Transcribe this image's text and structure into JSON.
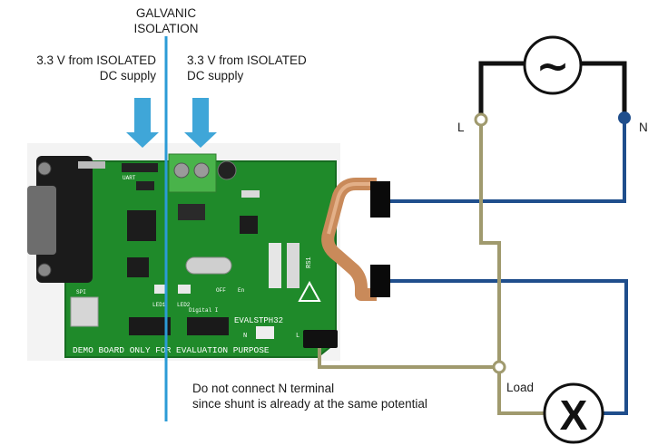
{
  "labels": {
    "galvanic_line1": "GALVANIC",
    "galvanic_line2": "ISOLATION",
    "left_supply_line1": "3.3 V from ISOLATED",
    "left_supply_line2": "DC supply",
    "right_supply_line1": "3.3 V from ISOLATED",
    "right_supply_line2": "DC supply",
    "terminal_L": "L",
    "terminal_N": "N",
    "load": "Load",
    "note_line1": "Do not connect N terminal",
    "note_line2": "since shunt is already at the same potential"
  },
  "board": {
    "name": "EVALSTPH32",
    "demo_text": "DEMO BOARD ONLY FOR EVALUATION PURPOSE",
    "labels": [
      "UART",
      "SPI",
      "LED1",
      "LED2",
      "RS1",
      "N",
      "L",
      "Digital I",
      "OFF",
      "En"
    ]
  },
  "symbols": {
    "ac_source": "~",
    "load_lamp": "X"
  },
  "colors": {
    "blue_wire": "#1f4e8c",
    "olive_wire": "#a09a6e",
    "black_wire": "#111111",
    "arrow_blue": "#3fa6d8",
    "isolation_line": "#2b9bd6",
    "pcb_green": "#1f8a2a",
    "copper": "#c98a5a"
  }
}
